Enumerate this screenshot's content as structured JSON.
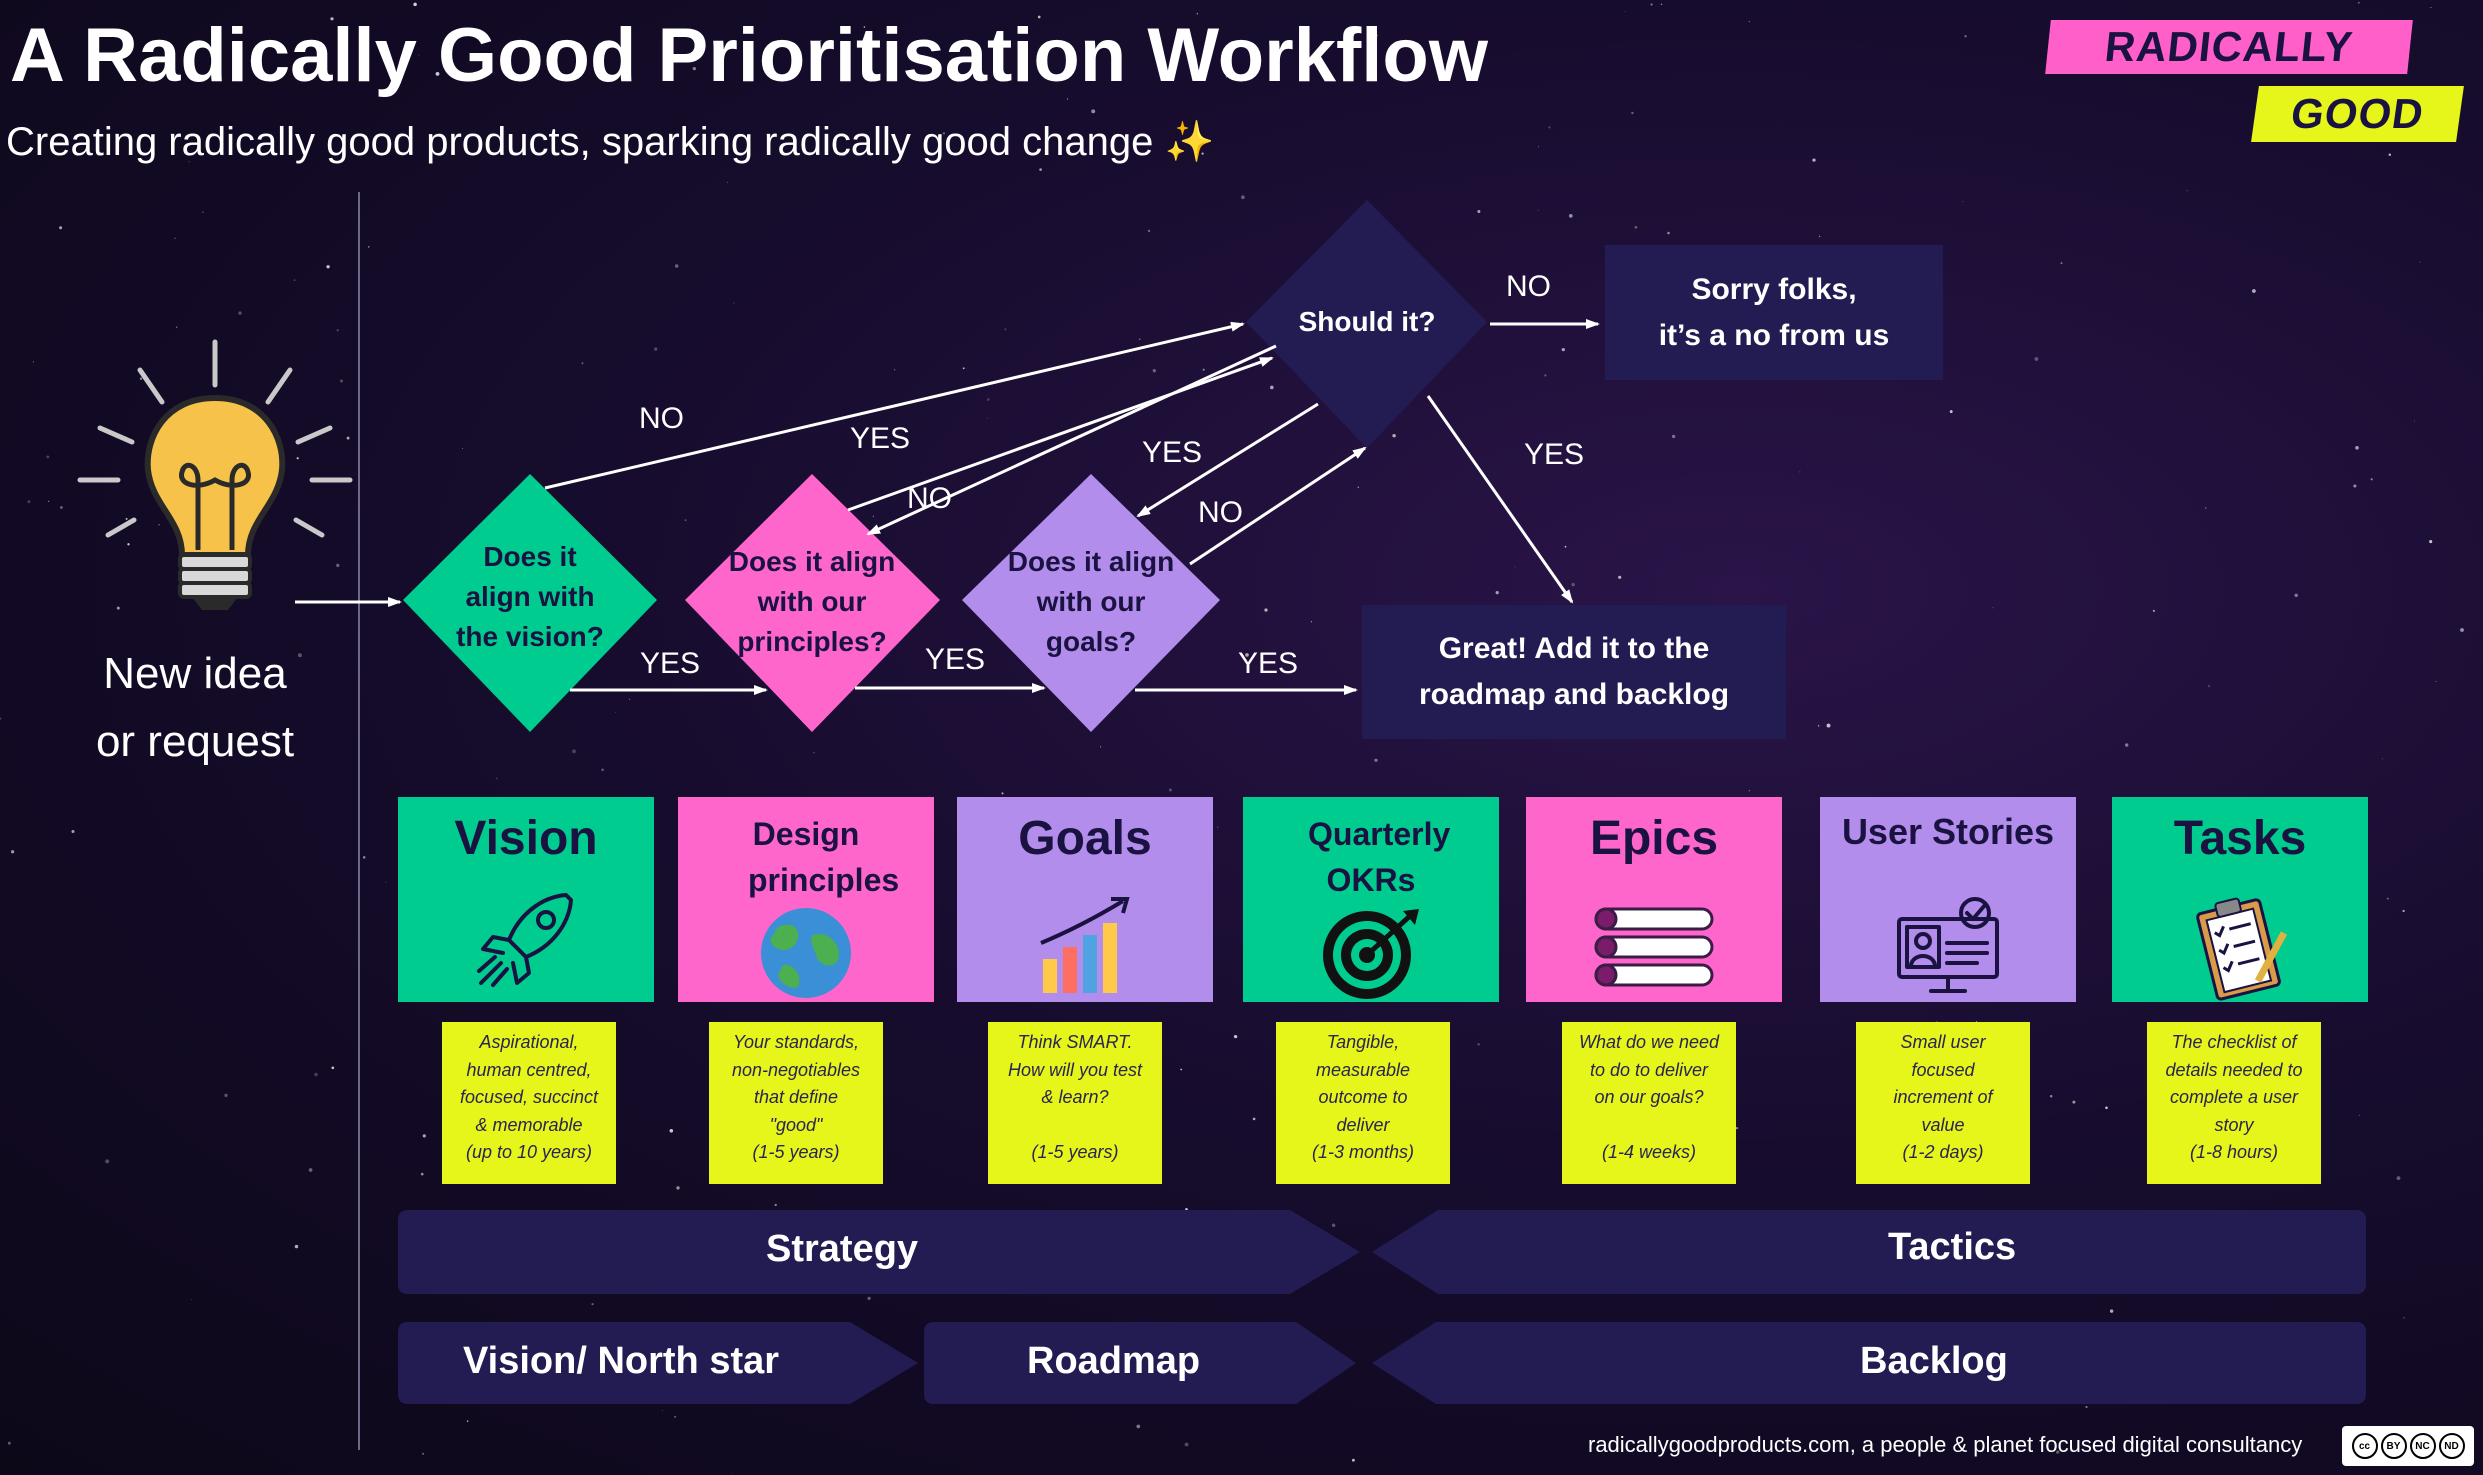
{
  "header": {
    "title": "A Radically Good Prioritisation Workflow",
    "subtitle": "Creating radically good products, sparking radically good change",
    "sparkle": "✨"
  },
  "logo": {
    "line1": "RADICALLY",
    "line2": "GOOD"
  },
  "start": {
    "label_line1": "New idea",
    "label_line2": "or request"
  },
  "decisions": {
    "vision": [
      "Does it",
      "align with",
      "the vision?"
    ],
    "principles": [
      "Does it align",
      "with our",
      "principles?"
    ],
    "goals": [
      "Does it align",
      "with our",
      "goals?"
    ],
    "should": "Should it?"
  },
  "outcomes": {
    "no": [
      "Sorry folks,",
      "it’s a no from us"
    ],
    "yes": [
      "Great! Add it to the",
      "roadmap and backlog"
    ]
  },
  "edge_labels": {
    "yes": "YES",
    "no": "NO"
  },
  "cards": [
    {
      "title": "Vision",
      "icon": "rocket-icon",
      "color": "#00cc8f",
      "note": [
        "Aspirational,",
        "human centred,",
        "focused, succinct",
        "& memorable",
        "(up to 10 years)"
      ]
    },
    {
      "title": "Design principles",
      "icon": "globe-icon",
      "color": "#ff66cc",
      "note": [
        "Your standards,",
        "non-negotiables",
        "that define",
        "\"good\"",
        "(1-5 years)"
      ]
    },
    {
      "title": "Goals",
      "icon": "growth-chart-icon",
      "color": "#b38deb",
      "note": [
        "Think SMART.",
        "How will you test",
        "& learn?",
        "",
        "(1-5 years)"
      ]
    },
    {
      "title": "Quarterly OKRs",
      "icon": "target-icon",
      "color": "#00cc8f",
      "note": [
        "Tangible,",
        "measurable",
        "outcome to",
        "deliver",
        "(1-3 months)"
      ]
    },
    {
      "title": "Epics",
      "icon": "progress-bars-icon",
      "color": "#ff66cc",
      "note": [
        "What do we need",
        "to do to deliver",
        "on our goals?",
        "",
        "(1-4 weeks)"
      ]
    },
    {
      "title": "User Stories",
      "icon": "user-profile-icon",
      "color": "#b38deb",
      "note": [
        "Small user",
        "focused",
        "increment of",
        "value",
        "(1-2 days)"
      ]
    },
    {
      "title": "Tasks",
      "icon": "checklist-icon",
      "color": "#00cc8f",
      "note": [
        "The checklist of",
        "details needed to",
        "complete a user",
        "story",
        "(1-8 hours)"
      ]
    }
  ],
  "bands": {
    "strategy": "Strategy",
    "tactics": "Tactics",
    "vision_north_star": "Vision/ North star",
    "roadmap": "Roadmap",
    "backlog": "Backlog"
  },
  "footer": {
    "text": "radicallygoodproducts.com, a people & planet focused digital consultancy",
    "license": [
      "BY",
      "NC",
      "ND"
    ]
  },
  "colors": {
    "background": "#170c2e",
    "navy_box": "#231c52",
    "green": "#00cc8f",
    "pink": "#ff66cc",
    "purple": "#b38deb",
    "yellow": "#e6f51a"
  }
}
